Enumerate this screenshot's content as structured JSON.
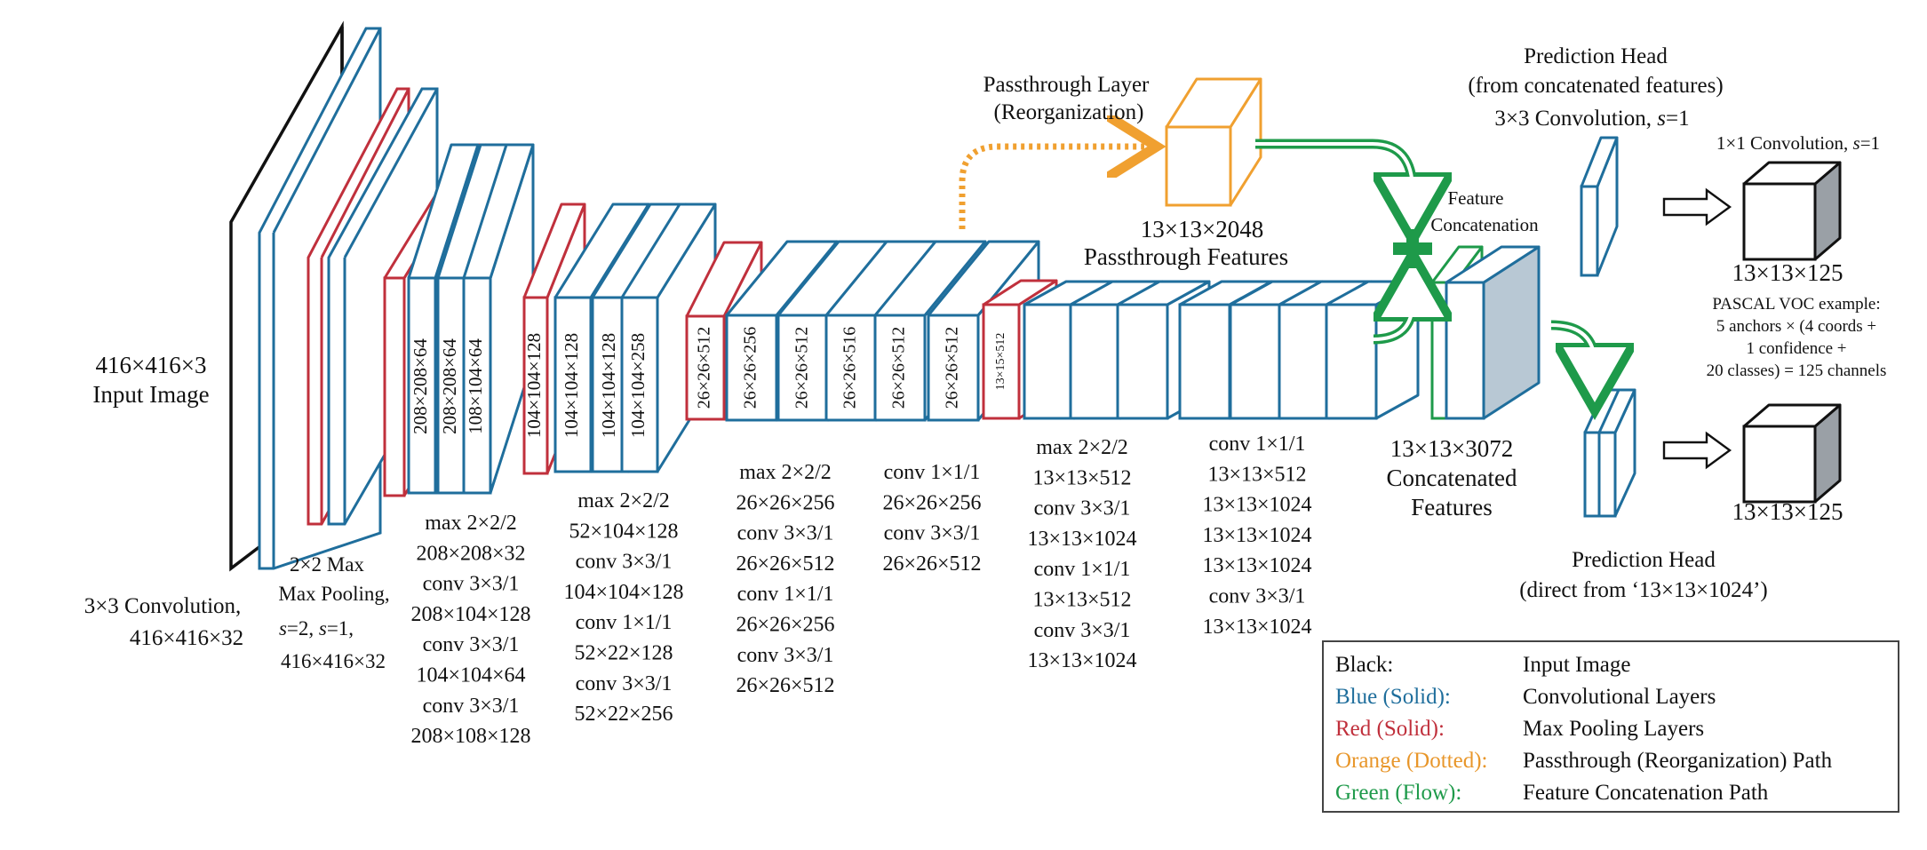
{
  "colors": {
    "black": "#111111",
    "blue": "#1f6e9c",
    "red": "#c0303c",
    "orange": "#f0a030",
    "green": "#1e9a4a",
    "gray_face": "#9aa0a6",
    "slate_face": "#b8c8d4"
  },
  "input": {
    "size": "416×416×3",
    "label": "Input Image",
    "conv_lines": [
      "3×3 Convolution,",
      "416×416×32"
    ]
  },
  "pool1_lines": [
    "2×2 Max",
    "Max Pooling,",
    "s=2, s=1,",
    "416×416×32"
  ],
  "stage2": {
    "slab_labels": [
      "208×208×64",
      "208×208×64",
      "108×104×64"
    ],
    "lines": [
      "max 2×2/2",
      "208×208×32",
      "conv 3×3/1",
      "208×104×128",
      "conv 3×3/1",
      "104×104×64",
      "conv 3×3/1",
      "208×108×128"
    ]
  },
  "stage3": {
    "slab_labels": [
      "104×104×128",
      "104×104×128",
      "104×104×128",
      "104×104×258"
    ],
    "lines": [
      "max 2×2/2",
      "52×104×128",
      "conv 3×3/1",
      "104×104×128",
      "conv 1×1/1",
      "52×22×128",
      "conv 3×3/1",
      "52×22×256"
    ]
  },
  "stage4": {
    "slab_labels": [
      "26×26×512",
      "26×26×256",
      "26×26×512",
      "26×26×516",
      "26×26×512",
      "26×26×512"
    ],
    "lines_a": [
      "max 2×2/2",
      "26×26×256",
      "conv 3×3/1",
      "26×26×512",
      "conv 1×1/1",
      "26×26×256",
      "conv 3×3/1",
      "26×26×512"
    ],
    "lines_b": [
      "conv 1×1/1",
      "26×26×256",
      "conv 3×3/1",
      "26×26×512"
    ]
  },
  "stage5": {
    "slab_label": "13×15×512",
    "lines_a": [
      "max 2×2/2",
      "13×13×512",
      "conv 3×3/1",
      "13×13×1024",
      "conv 1×1/1",
      "13×13×512",
      "conv 3×3/1",
      "13×13×1024"
    ],
    "lines_b": [
      "conv 1×1/1",
      "13×13×512",
      "13×13×1024",
      "13×13×1024",
      "13×13×1024",
      "conv 3×3/1",
      "13×13×1024"
    ]
  },
  "passthrough": {
    "title_lines": [
      "Passthrough Layer",
      "(Reorganization)"
    ],
    "feature_lines": [
      "13×13×2048",
      "Passthrough Features"
    ]
  },
  "concat": {
    "label_lines": [
      "Feature",
      "Concatenation"
    ],
    "output_lines": [
      "13×13×3072",
      "Concatenated",
      "Features"
    ]
  },
  "head_top": {
    "title_lines": [
      "Prediction Head",
      "(from concatenated features)",
      "3×3 Convolution, s=1"
    ],
    "conv1x1": "1×1 Convolution, s=1",
    "output": "13×13×125",
    "note_lines": [
      "PASCAL VOC example:",
      "5 anchors × (4 coords +",
      "1 confidence +",
      "20 classes) = 125 channels"
    ]
  },
  "head_bottom": {
    "output": "13×13×125",
    "title_lines": [
      "Prediction Head",
      "(direct from ‘13×13×1024’)"
    ]
  },
  "legend": [
    {
      "key": "Black:",
      "desc": "Input Image",
      "color": "#111111"
    },
    {
      "key": "Blue (Solid):",
      "desc": "Convolutional Layers",
      "color": "#1f6e9c"
    },
    {
      "key": "Red (Solid):",
      "desc": "Max Pooling Layers",
      "color": "#c0303c"
    },
    {
      "key": "Orange (Dotted):",
      "desc": "Passthrough (Reorganization) Path",
      "color": "#e8962a"
    },
    {
      "key": "Green (Flow):",
      "desc": "Feature Concatenation Path",
      "color": "#1e9a4a"
    }
  ]
}
